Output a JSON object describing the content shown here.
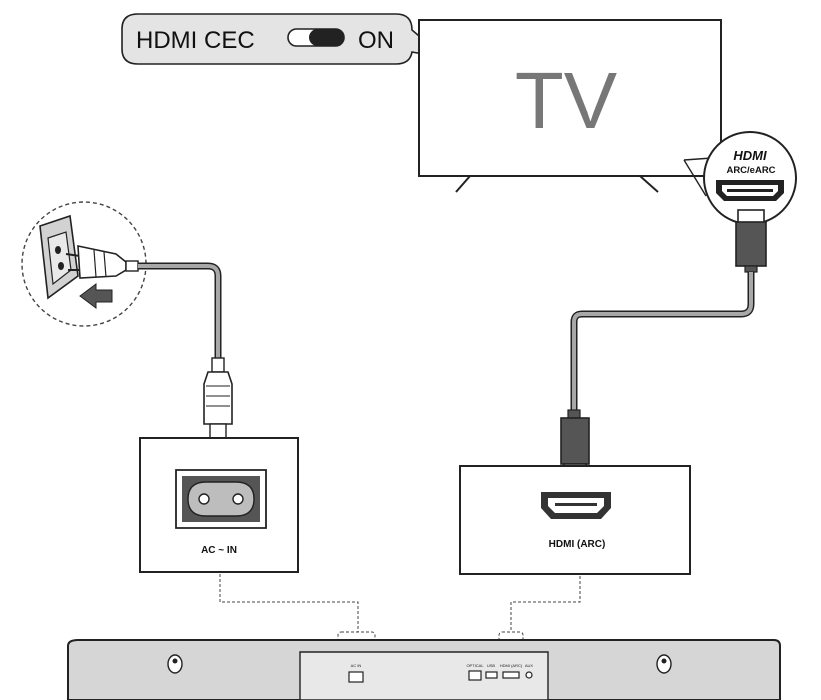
{
  "bubble": {
    "label": "HDMI CEC",
    "state": "ON"
  },
  "tv": {
    "label": "TV"
  },
  "tv_port": {
    "logo": "HDMI",
    "sublabel": "ARC/eARC"
  },
  "ac_panel": {
    "label": "AC ~ IN"
  },
  "hdmi_panel": {
    "label": "HDMI (ARC)"
  },
  "soundbar": {
    "port_labels": [
      "AC IN",
      "OPTICAL",
      "USB",
      "HDMI (ARC)",
      "AUX"
    ]
  },
  "colors": {
    "line": "#222222",
    "panel_fill": "#ffffff",
    "port_fill": "#b5b5b5",
    "soundbar_fill": "#d6d6d6",
    "bubble_fill": "#e4e4e4",
    "wall_fill": "#d2d2d2",
    "tv_text": "#777777",
    "dash": "#444444"
  },
  "icons": [
    "wall-socket-icon",
    "power-plug-icon",
    "push-arrow-icon",
    "iec-connector-icon",
    "hdmi-connector-icon",
    "hdmi-port-icon",
    "mount-hole-icon"
  ]
}
